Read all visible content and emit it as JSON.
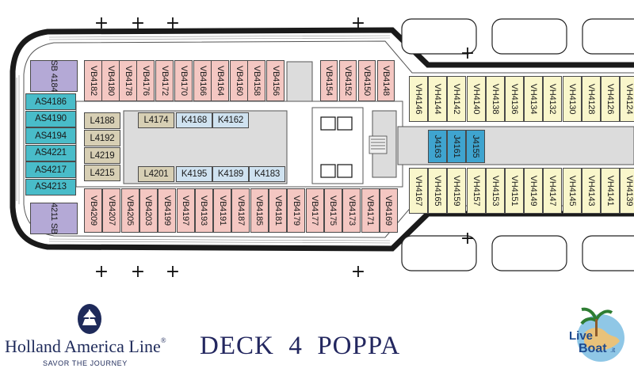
{
  "deck_title": "DECK  4  POPPA",
  "brand": {
    "name": "Holland America Line",
    "registered": "®",
    "tagline": "SAVOR THE JOURNEY",
    "watermark": "Live Boat.it"
  },
  "legend_colors": {
    "suite_AS": "#49bcc9",
    "suite_SB": "#b4a9d6",
    "cabin_VB": "#f4c7c2",
    "cabin_VH": "#f9f6cb",
    "cabin_L": "#d7cfb4",
    "cabin_K": "#cfe2f0",
    "cabin_J": "#3fa4cf"
  },
  "cabins": {
    "sb_top": [
      "SB",
      "4184"
    ],
    "sb_bottom": [
      "SB",
      "4211"
    ],
    "as": [
      "AS4186",
      "AS4190",
      "AS4194",
      "AS4221",
      "AS4217",
      "AS4213"
    ],
    "vb_top": [
      "VB4182",
      "VB4180",
      "VB4178",
      "VB4176",
      "VB4172",
      "VB4170",
      "VB4166",
      "VB4164",
      "VB4160",
      "VB4158",
      "VB4156",
      "VB4154",
      "VB4152",
      "VB4150",
      "VB4148"
    ],
    "vb_bottom": [
      "VB4209",
      "VB4207",
      "VB4205",
      "VB4203",
      "VB4199",
      "VB4197",
      "VB4193",
      "VB4191",
      "VB4187",
      "VB4185",
      "VB4181",
      "VB4179",
      "VB4177",
      "VB4175",
      "VB4173",
      "VB4171",
      "VB4169"
    ],
    "l_left": [
      "L4188",
      "L4192",
      "L4219",
      "L4215"
    ],
    "l_mid": [
      "L4174",
      "L4201"
    ],
    "k_top": [
      "K4168",
      "K4162"
    ],
    "k_bottom": [
      "K4195",
      "K4189",
      "K4183"
    ],
    "j": [
      "J4163",
      "J4161",
      "J4155"
    ],
    "vh_top": [
      "VH4146",
      "VH4144",
      "VH4142",
      "VH4140",
      "VH4138",
      "VH4136",
      "VH4134",
      "VH4132",
      "VH4130",
      "VH4128",
      "VH4126",
      "VH4124"
    ],
    "vh_bottom": [
      "VH4167",
      "VH4165",
      "VH4159",
      "VH4157",
      "VH4153",
      "VH4151",
      "VH4149",
      "VH4147",
      "VH4145",
      "VH4143",
      "VH4141",
      "VH4139"
    ]
  }
}
